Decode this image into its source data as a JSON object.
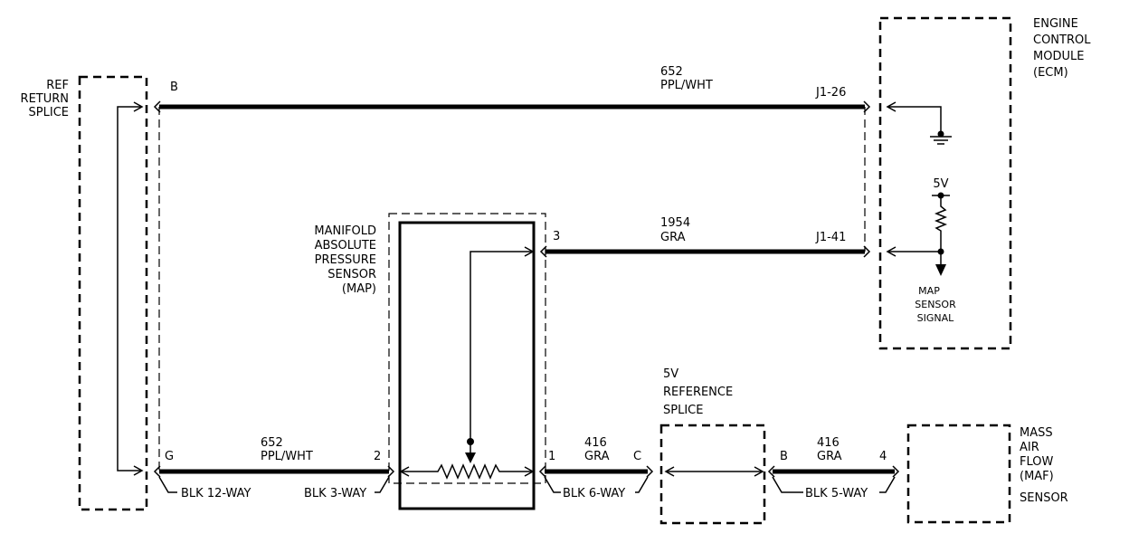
{
  "components": {
    "ref_return_splice": [
      "REF",
      "RETURN",
      "SPLICE"
    ],
    "ecm": [
      "ENGINE",
      "CONTROL",
      "MODULE",
      "(ECM)"
    ],
    "map_sensor": [
      "MANIFOLD",
      "ABSOLUTE",
      "PRESSURE",
      "SENSOR",
      "(MAP)"
    ],
    "ref_5v_splice": [
      "5V",
      "REFERENCE",
      "SPLICE"
    ],
    "maf_sensor": [
      "MASS",
      "AIR",
      "FLOW",
      "(MAF)",
      "SENSOR"
    ]
  },
  "wires": {
    "top": {
      "circuit": "652",
      "color": "PPL/WHT"
    },
    "signal": {
      "circuit": "1954",
      "color": "GRA"
    },
    "bottom_left": {
      "circuit": "652",
      "color": "PPL/WHT"
    },
    "ref_map": {
      "circuit": "416",
      "color": "GRA"
    },
    "ref_maf": {
      "circuit": "416",
      "color": "GRA"
    }
  },
  "pins": {
    "ref_top": "B",
    "ref_bottom": "G",
    "ecm_top": "J1-26",
    "ecm_signal": "J1-41",
    "map_signal": "3",
    "map_ground": "2",
    "map_ref": "1",
    "splice_left": "C",
    "splice_right": "B",
    "maf_ref": "4"
  },
  "connectors": {
    "blk12": "BLK 12-WAY",
    "blk3": "BLK 3-WAY",
    "blk6": "BLK 6-WAY",
    "blk5": "BLK 5-WAY"
  },
  "ecm_internal": {
    "voltage": "5V",
    "signal_label": [
      "MAP",
      "SENSOR",
      "SIGNAL"
    ]
  }
}
